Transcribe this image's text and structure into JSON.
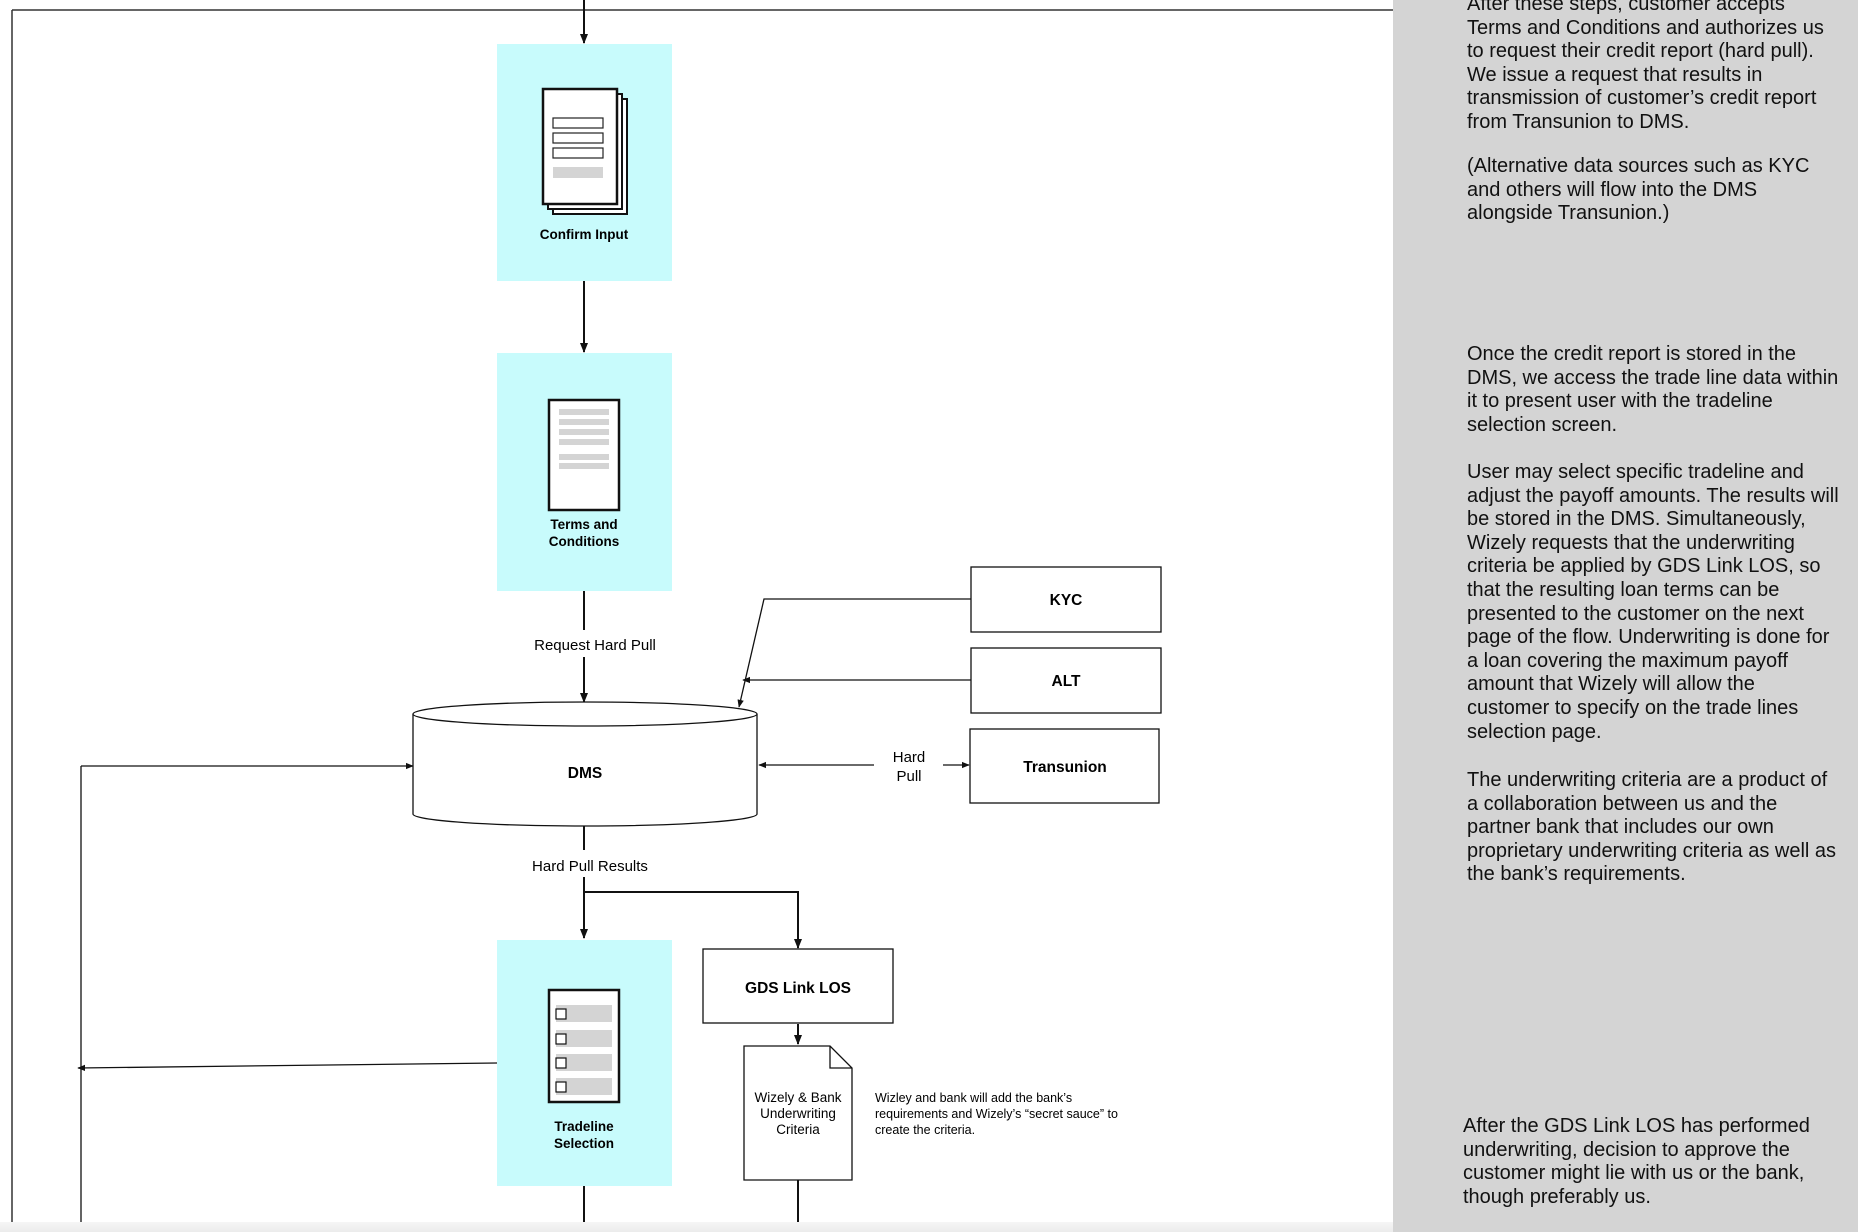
{
  "flow": {
    "confirm_input": "Confirm Input",
    "terms_line1": "Terms and",
    "terms_line2": "Conditions",
    "request_hard_pull": "Request Hard Pull",
    "dms": "DMS",
    "kyc": "KYC",
    "alt": "ALT",
    "transunion": "Transunion",
    "hard_pull_line1": "Hard",
    "hard_pull_line2": "Pull",
    "hard_pull_results": "Hard Pull Results",
    "tradeline_line1": "Tradeline",
    "tradeline_line2": "Selection",
    "gds_link_los": "GDS Link LOS",
    "criteria_line1": "Wizely & Bank",
    "criteria_line2": "Underwriting",
    "criteria_line3": "Criteria",
    "criteria_note_line1": "Wizley and bank will add the bank’s",
    "criteria_note_line2": "requirements and Wizely’s “secret sauce” to",
    "criteria_note_line3": "create the criteria."
  },
  "notes": {
    "p1": "After these steps, customer accepts Terms and Conditions and authorizes us to request their credit report (hard pull). We issue a request that results in transmission of customer’s credit report from Transunion to DMS.",
    "p2": "(Alternative data sources such as KYC and others will flow into the DMS alongside Transunion.)",
    "p3": "Once the credit report is stored in the DMS, we access the trade line data within it to present user with the tradeline selection screen.",
    "p4": "User may select specific tradeline and adjust the payoff amounts. The results will be stored in the DMS. Simultaneously, Wizely requests that the underwriting criteria be applied by GDS Link LOS, so that the resulting loan terms can be presented to the customer on the next page of the flow. Underwriting is done for a loan covering the maximum payoff amount that Wizely will allow the customer to specify on the trade lines selection page.",
    "p5": "The underwriting criteria are a product of a collaboration between us and the partner bank that includes our own proprietary underwriting criteria as well as the bank’s requirements.",
    "p6": "After the GDS Link LOS has performed underwriting, decision to approve the customer might lie with us or the bank, though preferably us."
  },
  "colors": {
    "screen_fill": "#c8fbfc",
    "notes_panel": "#d4d4d4",
    "line": "#111111"
  }
}
